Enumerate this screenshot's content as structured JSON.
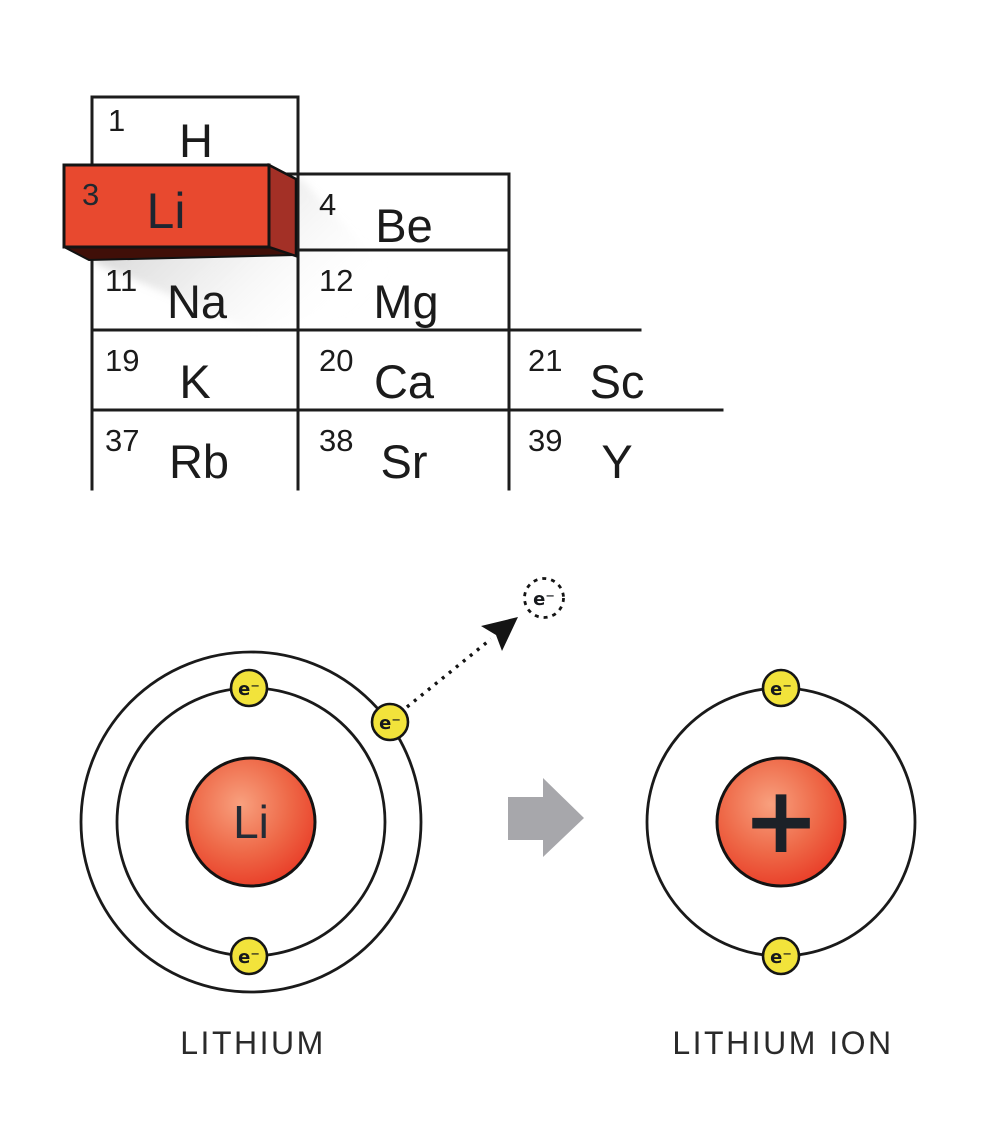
{
  "periodic_table": {
    "cells": [
      {
        "number": "1",
        "symbol": "H"
      },
      {
        "number": "3",
        "symbol": "Li",
        "highlighted": true
      },
      {
        "number": "4",
        "symbol": "Be"
      },
      {
        "number": "11",
        "symbol": "Na"
      },
      {
        "number": "12",
        "symbol": "Mg"
      },
      {
        "number": "19",
        "symbol": "K"
      },
      {
        "number": "20",
        "symbol": "Ca"
      },
      {
        "number": "21",
        "symbol": "Sc"
      },
      {
        "number": "37",
        "symbol": "Rb"
      },
      {
        "number": "38",
        "symbol": "Sr"
      },
      {
        "number": "39",
        "symbol": "Y"
      }
    ]
  },
  "atom_diagram": {
    "atom_label": "LITHIUM",
    "ion_label": "LITHIUM ION",
    "atom_nucleus_label": "Li",
    "ion_nucleus_symbol": "+",
    "electron_label": "e⁻",
    "escaping_electron_label": "e⁻",
    "atom_shell_electron_counts": [
      2,
      1
    ],
    "ion_shell_electron_counts": [
      2
    ]
  },
  "colors": {
    "element_red": "#e8492f",
    "element_red_dark": "#a33026",
    "element_red_shadow": "#400f08",
    "electron_yellow": "#f2e33b",
    "arrow_gray": "#a7a7ab",
    "nucleus_highlight": "#f8a07e",
    "nucleus_mid": "#ee6847",
    "nucleus_red": "#e72d1c",
    "line_black": "#1a1a1a"
  }
}
